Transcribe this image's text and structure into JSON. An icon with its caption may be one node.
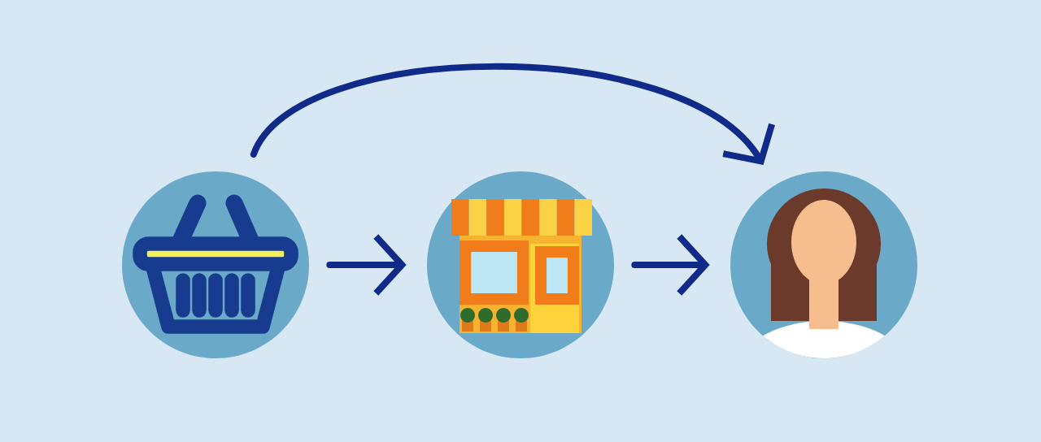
{
  "diagram": {
    "nodes": [
      {
        "text": [],
        "shape": "picture"
      },
      {
        "text": [],
        "shape": "picture"
      },
      {
        "text": [],
        "shape": "picture"
      }
    ],
    "edges": [
      {
        "from": 0,
        "to": 1,
        "arrow": "to"
      },
      {
        "from": 1,
        "to": 2,
        "arrow": "to"
      },
      {
        "from": 0,
        "to": 2,
        "arrow": "to"
      }
    ]
  }
}
